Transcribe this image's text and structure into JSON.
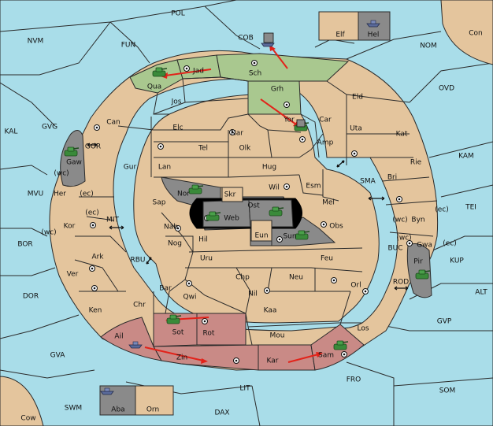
{
  "colors": {
    "sea": "#a9dde9",
    "land": "#e4c59d",
    "green": "#a9c88f",
    "red": "#c98a86",
    "gray": "#8a8a8a",
    "move_arrow": "#e2231a",
    "army": "#3a8a3a",
    "fleet": "#5a6a9a"
  },
  "regions": {
    "POL": "POL",
    "NVM": "NVM",
    "FUN": "FUN",
    "COB": "COB",
    "Elf": "Elf",
    "Hel": "Hel",
    "Con": "Con",
    "NOM": "NOM",
    "OVD": "OVD",
    "KAL": "KAL",
    "GVG": "GVG",
    "GOR": "GOR",
    "Gaw": "Gaw",
    "wc1": "(wc)",
    "MVU": "MVU",
    "Her": "Her",
    "ec1": "(ec)",
    "ec2": "(ec)",
    "Kor": "Kor",
    "wc2": "(wc)",
    "MIT": "MIT",
    "BOR": "BOR",
    "Ark": "Ark",
    "Ver": "Ver",
    "DOR": "DOR",
    "Ken": "Ken",
    "Jad": "Jad",
    "Qua": "Qua",
    "Sch": "Sch",
    "Jos": "Jos",
    "Grh": "Grh",
    "Eld": "Eld",
    "Can": "Can",
    "Elc": "Elc",
    "Nar": "Nar",
    "Yor": "Yor",
    "Car": "Car",
    "Uta": "Uta",
    "Kat": "Kat",
    "KAM": "KAM",
    "Tel": "Tel",
    "Olk": "Olk",
    "Amp": "Amp",
    "Gur": "Gur",
    "Lan": "Lan",
    "Hug": "Hug",
    "Rie": "Rie",
    "Bri": "Bri",
    "SMA": "SMA",
    "Esm": "Esm",
    "Wil": "Wil",
    "Nor": "Nor",
    "Sap": "Sap",
    "Skr": "Skr",
    "Ost": "Ost",
    "Web": "Web",
    "Mel": "Mel",
    "wc3": "(wc)",
    "Byn": "Byn",
    "ec3": "(ec)",
    "TEI": "TEI",
    "Nab": "Nab",
    "Eun": "Eun",
    "Sun": "Sun",
    "Obs": "Obs",
    "wc4": "(wc)",
    "Gwa": "Gwa",
    "ec4": "(ec)",
    "Hil": "Hil",
    "RBU": "RBU",
    "Nog": "Nog",
    "BUC": "BUC",
    "Pir": "Pir",
    "KUP": "KUP",
    "Uru": "Uru",
    "Feu": "Feu",
    "Chp": "Chp",
    "Neu": "Neu",
    "Orl": "Orl",
    "ROD": "ROD",
    "ALT": "ALT",
    "Bar": "Bar",
    "Qwi": "Qwi",
    "Nil": "Nil",
    "Chr": "Chr",
    "Kaa": "Kaa",
    "GVP": "GVP",
    "Sot": "Sot",
    "Rot": "Rot",
    "Los": "Los",
    "Ail": "Ail",
    "Mou": "Mou",
    "Sam": "Sam",
    "GVA": "GVA",
    "Zin": "Zin",
    "Kar": "Kar",
    "FRO": "FRO",
    "LIT": "LIT",
    "SOM": "SOM",
    "SWM": "SWM",
    "Aba": "Aba",
    "Orn": "Orn",
    "Cow": "Cow",
    "DAX": "DAX"
  }
}
